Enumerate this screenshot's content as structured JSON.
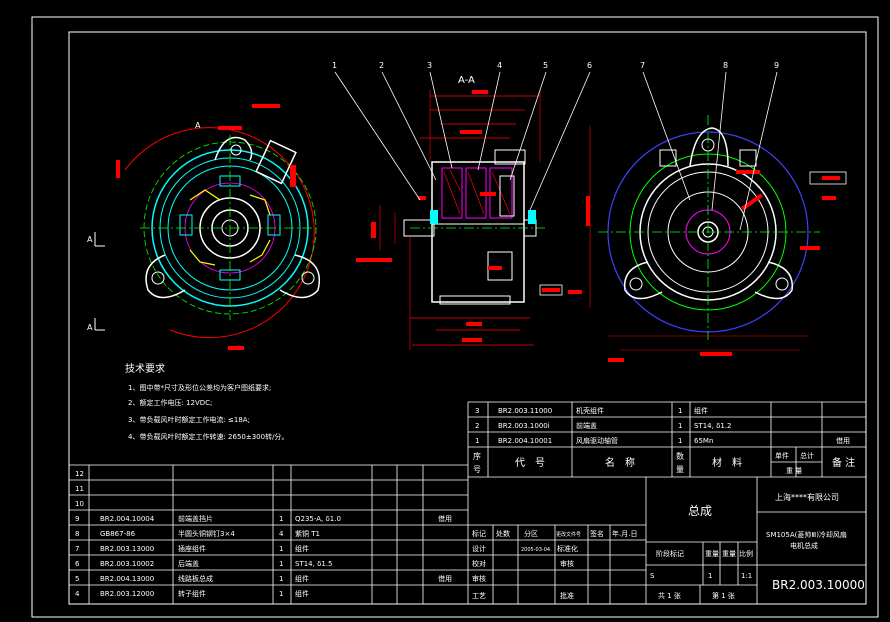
{
  "section_label": "A-A",
  "view_mark_a": "A",
  "balloons": [
    "1",
    "2",
    "3",
    "4",
    "5",
    "6",
    "7",
    "8",
    "9"
  ],
  "tech": {
    "title": "技术要求",
    "items": [
      "1、图中带*尺寸及形位公差均为客户图纸要求;",
      "2、额定工作电压: 12VDC;",
      "3、带负载风叶时额定工作电流: ≤18A;",
      "4、带负载风叶时额定工作转速: 2650±300转/分。"
    ]
  },
  "parts_upper": [
    {
      "seq": "3",
      "code": "BR2.003.11000",
      "name": "机壳组件",
      "qty": "1",
      "material": "组件",
      "note": "",
      "highlight": true
    },
    {
      "seq": "2",
      "code": "BR2.003.1000i",
      "name": "前端盖",
      "qty": "1",
      "material": "ST14, δ1.2",
      "note": "",
      "highlight": true
    },
    {
      "seq": "1",
      "code": "BR2.004.10001",
      "name": "风扇驱动轴管",
      "qty": "1",
      "material": "65Mn",
      "note": "借用",
      "highlight": false
    }
  ],
  "header": {
    "seq": "序\n号",
    "code": "代　号",
    "name": "名　称",
    "qty": "数\n量",
    "material": "材　料",
    "unit_weight": "单件",
    "total_weight": "总计",
    "weight": "重 量",
    "note": "备 注"
  },
  "parts_lower": [
    {
      "seq": "12",
      "code": "",
      "name": "",
      "qty": "",
      "material": "",
      "note": "",
      "highlight": false
    },
    {
      "seq": "11",
      "code": "",
      "name": "",
      "qty": "",
      "material": "",
      "note": "",
      "highlight": false
    },
    {
      "seq": "10",
      "code": "",
      "name": "",
      "qty": "",
      "material": "",
      "note": "",
      "highlight": false
    },
    {
      "seq": "9",
      "code": "BR2.004.10004",
      "name": "前端盖挡片",
      "qty": "1",
      "material": "Q235-A, δ1.0",
      "note": "借用",
      "highlight": false
    },
    {
      "seq": "8",
      "code": "GB867-86",
      "name": "半圆头铜铆钉3×4",
      "qty": "4",
      "material": "紫铜 T1",
      "note": "",
      "highlight": false
    },
    {
      "seq": "7",
      "code": "BR2.003.13000",
      "name": "插座组件",
      "qty": "1",
      "material": "组件",
      "note": "",
      "highlight": false
    },
    {
      "seq": "6",
      "code": "BR2.003.10002",
      "name": "后端盖",
      "qty": "1",
      "material": "ST14, δ1.5",
      "note": "",
      "highlight": true
    },
    {
      "seq": "5",
      "code": "BR2.004.13000",
      "name": "线路板总成",
      "qty": "1",
      "material": "组件",
      "note": "借用",
      "highlight": false
    },
    {
      "seq": "4",
      "code": "BR2.003.12000",
      "name": "转子组件",
      "qty": "1",
      "material": "组件",
      "note": "",
      "highlight": true
    }
  ],
  "title_block": {
    "assembly": "总成",
    "company": "上海****有限公司",
    "product": "SM105A(菱帅Ⅲ)冷却风扇\n电机总成",
    "drawing_no": "BR2.003.10000",
    "rev_labels": [
      "标记",
      "处数",
      "分区",
      "更改文件号",
      "签名",
      "年.月.日"
    ],
    "design": "设计",
    "date": "2005-03-04",
    "standard": "标准化",
    "check": "校对",
    "review": "审核",
    "craft": "工艺",
    "approve": "批准",
    "stage_label": "阶段标记",
    "weight_label": "重量",
    "scale_label": "比例",
    "stage_value": "S",
    "weight_value": "1",
    "scale_value": "1:1",
    "sheets_total": "共 1 张",
    "sheet_no": "第 1 张"
  },
  "colors": {
    "accent_red": "#ff0000",
    "magenta": "#ff00ff",
    "cyan": "#00ffff",
    "green": "#00ff00",
    "blue": "#4040ff",
    "yellow": "#ffff00"
  }
}
